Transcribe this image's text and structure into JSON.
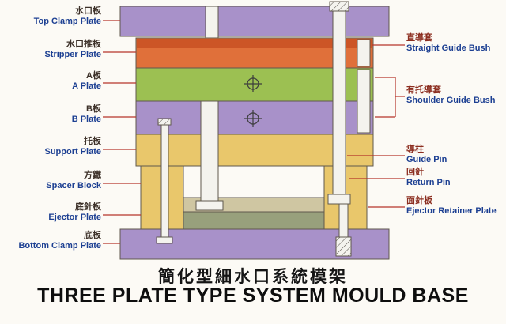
{
  "title": {
    "zh": "簡化型細水口系統模架",
    "en": "THREE PLATE TYPE SYSTEM MOULD BASE"
  },
  "left_labels": [
    {
      "zh": "水口板",
      "en": "Top Clamp Plate"
    },
    {
      "zh": "水口推板",
      "en": "Stripper Plate"
    },
    {
      "zh": "A板",
      "en": "A Plate"
    },
    {
      "zh": "B板",
      "en": "B Plate"
    },
    {
      "zh": "托板",
      "en": "Support Plate"
    },
    {
      "zh": "方鐵",
      "en": "Spacer Block"
    },
    {
      "zh": "底針板",
      "en": "Ejector Plate"
    },
    {
      "zh": "底板",
      "en": "Bottom Clamp Plate"
    }
  ],
  "right_labels": [
    {
      "zh": "直導套",
      "en": "Straight Guide Bush"
    },
    {
      "zh": "有托導套",
      "en": "Shoulder Guide Bush"
    },
    {
      "zh": "導柱",
      "en": "Guide Pin"
    },
    {
      "zh": "回針",
      "en": "Return Pin"
    },
    {
      "zh": "面針板",
      "en": "Ejector Retainer Plate"
    }
  ],
  "colors": {
    "clamp_plate": "#a891c9",
    "stripper_plate": "#e0703a",
    "stripper_band": "#cc5526",
    "a_plate": "#9cc052",
    "b_plate": "#a891c9",
    "support_plate": "#e9c76b",
    "spacer_block": "#e9c76b",
    "ejector_retainer_plate": "#cfc6a2",
    "ejector_plate": "#98a07c",
    "bottom_clamp_plate": "#a891c9",
    "pin_fill": "#f4f3ee",
    "outline": "#5f584d",
    "leader_line": "#b5342a",
    "label_en_color": "#1c3f92",
    "label_zh_left_color": "#3d3129",
    "label_zh_right_color": "#8c2e20"
  }
}
